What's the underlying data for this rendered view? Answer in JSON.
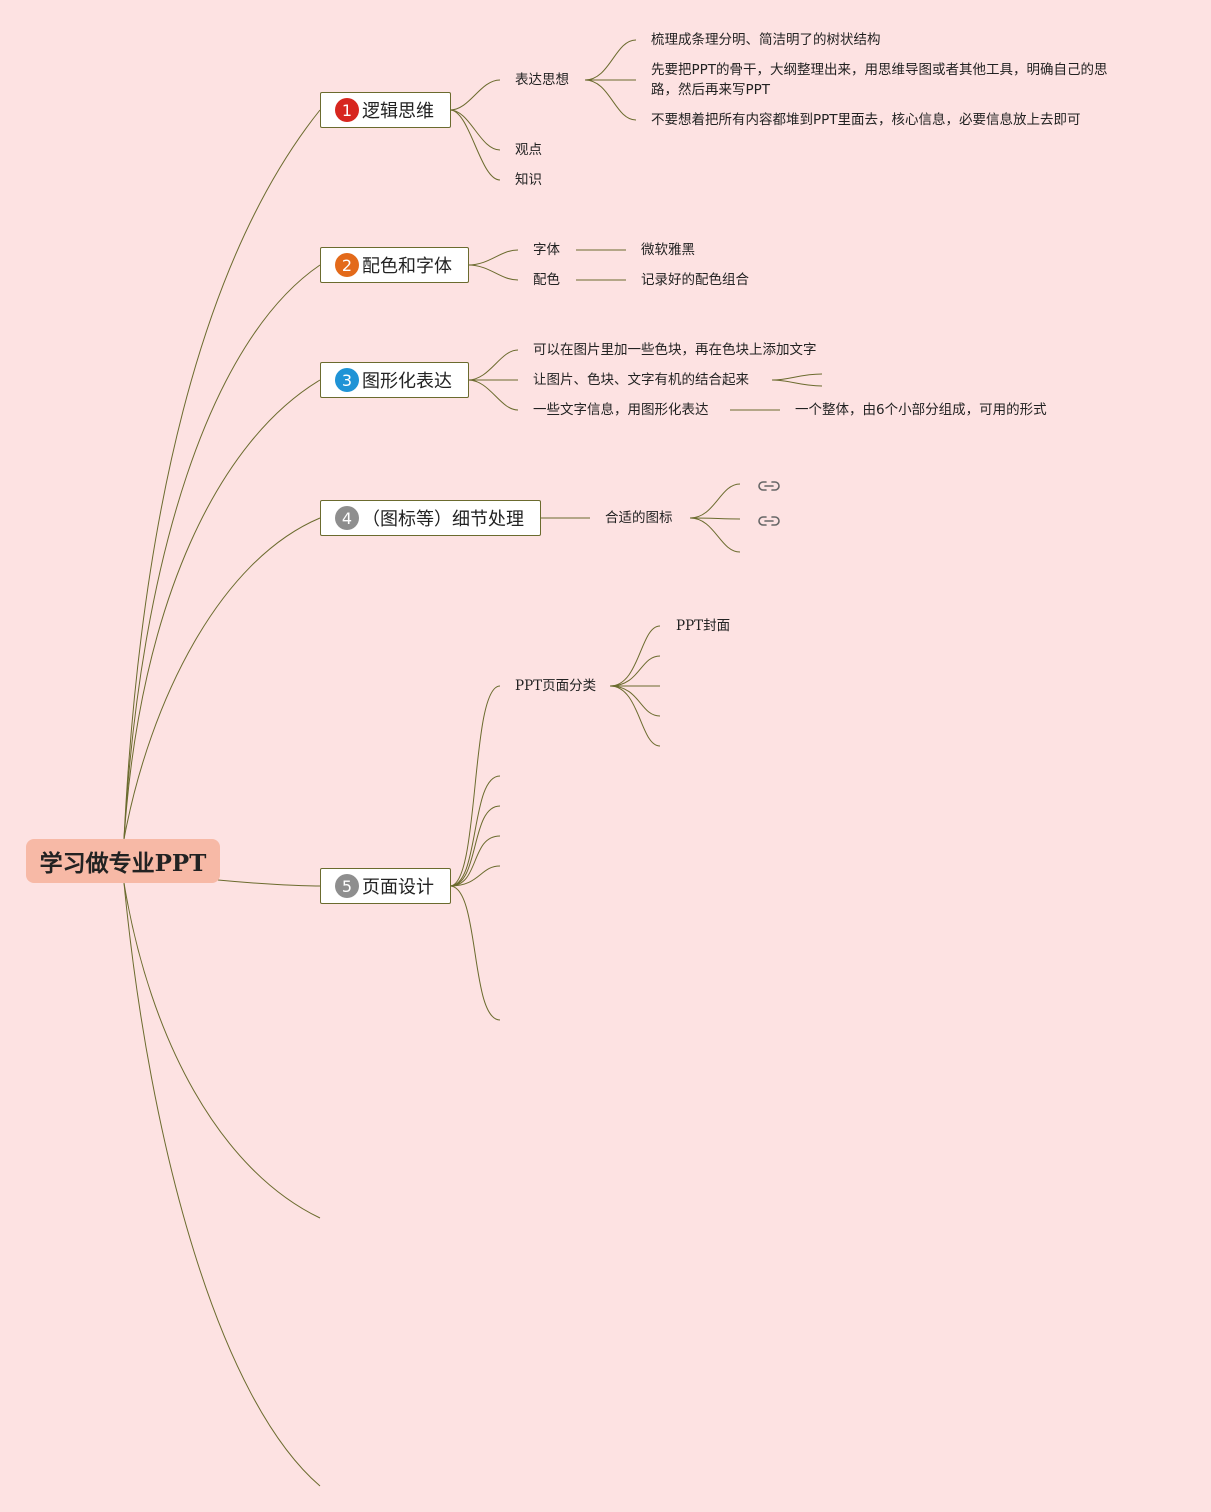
{
  "root": {
    "label": "学习做专业PPT"
  },
  "branches": [
    {
      "number": "1",
      "color": "#d7261f",
      "label": "逻辑思维",
      "children": [
        {
          "label": "表达思想",
          "children": [
            "梳理成条理分明、简洁明了的树状结构",
            "先要把PPT的骨干，大纲整理出来，用思维导图或者其他工具，明确自己的思路，然后再来写PPT",
            "不要想着把所有内容都堆到PPT里面去，核心信息，必要信息放上去即可"
          ]
        },
        {
          "label": "观点"
        },
        {
          "label": "知识"
        }
      ]
    },
    {
      "number": "2",
      "color": "#e36a1a",
      "label": "配色和字体",
      "children": [
        {
          "label": "字体",
          "child": "微软雅黑"
        },
        {
          "label": "配色",
          "child": "记录好的配色组合"
        }
      ]
    },
    {
      "number": "3",
      "color": "#1f93d6",
      "label": "图形化表达",
      "children": [
        {
          "label": "可以在图片里加一些色块，再在色块上添加文字"
        },
        {
          "label": "让图片、色块、文字有机的结合起来"
        },
        {
          "label": "一些文字信息，用图形化表达",
          "child": "一个整体，由6个小部分组成，可用的形式"
        }
      ]
    },
    {
      "number": "4",
      "color": "#8e8e8e",
      "label": "（图标等）细节处理",
      "children": [
        {
          "label": "合适的图标",
          "icons": [
            "link-icon",
            "link-icon"
          ]
        }
      ]
    },
    {
      "number": "5",
      "color": "#8e8e8e",
      "label": "页面设计",
      "children": [
        {
          "label": "PPT页面分类",
          "children": [
            "PPT封面"
          ]
        }
      ]
    }
  ]
}
